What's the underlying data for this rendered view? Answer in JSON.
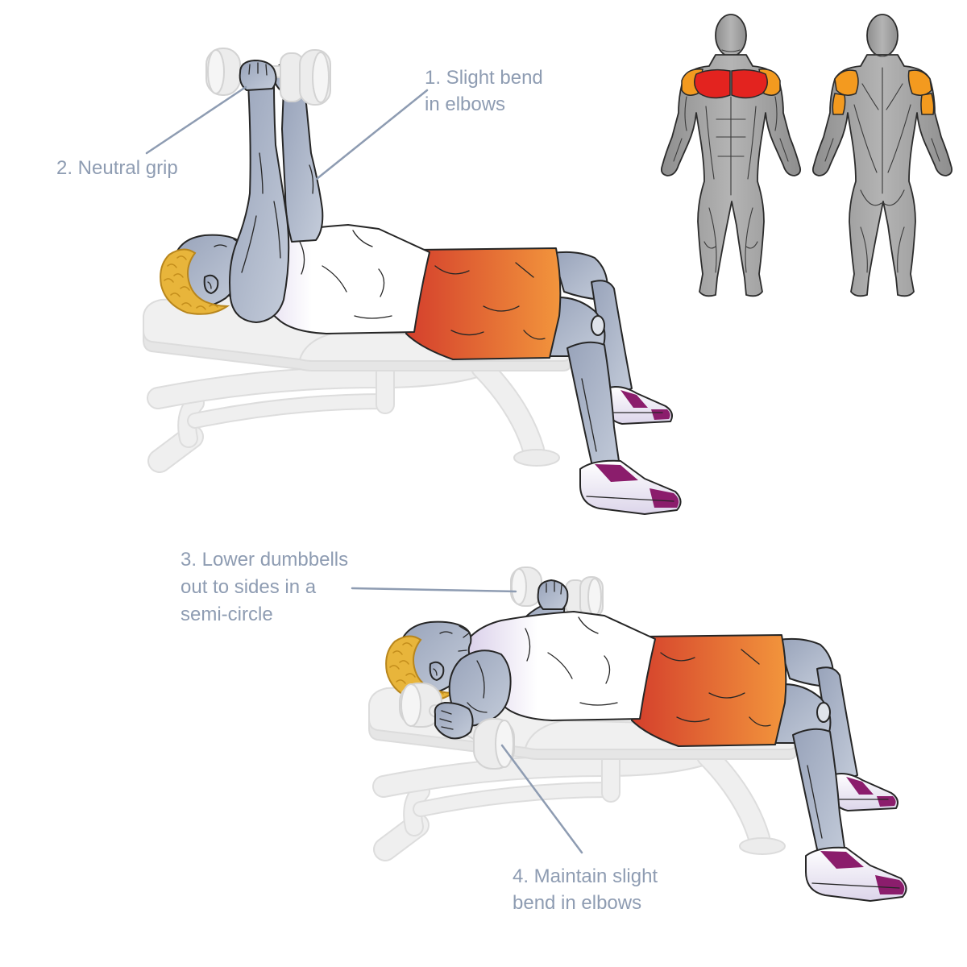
{
  "labels": {
    "step1": {
      "line1": "1. Slight bend",
      "line2": "in elbows"
    },
    "step2": {
      "line1": "2. Neutral grip"
    },
    "step3": {
      "line1": "3. Lower dumbbells",
      "line2": "out to sides in a",
      "line3": "semi-circle"
    },
    "step4": {
      "line1": "4. Maintain slight",
      "line2": "bend in elbows"
    }
  },
  "colors": {
    "label": "#8e9cb2",
    "target_muscle": "#e3231f",
    "secondary_muscle": "#f39a1f"
  }
}
